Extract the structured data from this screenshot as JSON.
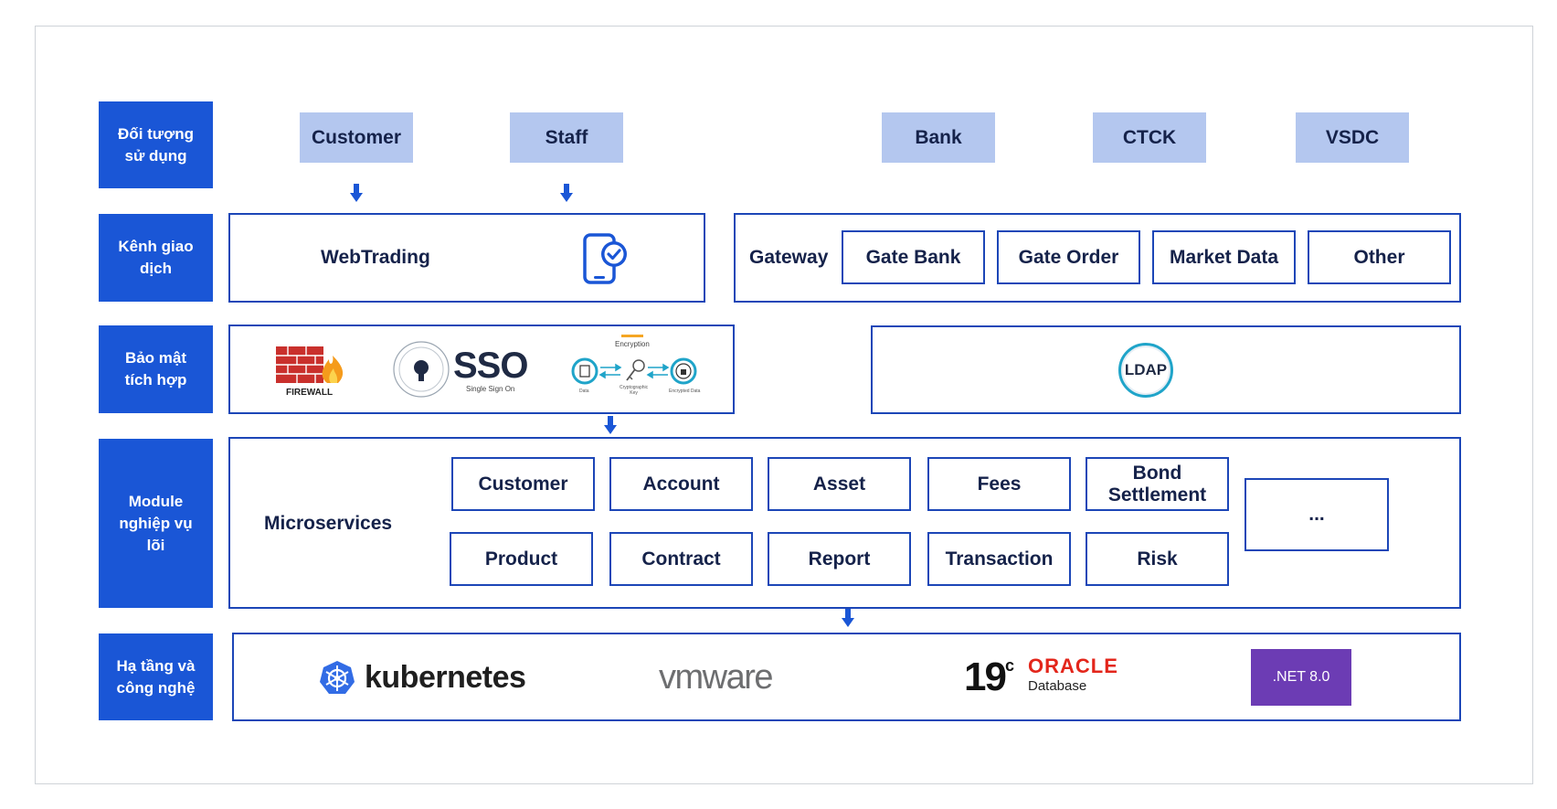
{
  "rows": {
    "users": "Đối tượng\nsử dụng",
    "channels": "Kênh giao\ndịch",
    "security": "Bảo mật\ntích hợp",
    "modules": "Module\nnghiệp vụ\nlõi",
    "infra": "Hạ tầng và\ncông nghệ"
  },
  "actors": [
    "Customer",
    "Staff",
    "Bank",
    "CTCK",
    "VSDC"
  ],
  "channels": {
    "web": "WebTrading",
    "gateway": "Gateway",
    "gates": [
      "Gate Bank",
      "Gate Order",
      "Market Data",
      "Other"
    ]
  },
  "security": {
    "firewall": "FIREWALL",
    "sso": "SSO",
    "sso_sub": "Single Sign On",
    "encryption": "Encryption",
    "enc_labels": [
      "Data",
      "Cryptographic\nKey",
      "Encrypted Data"
    ],
    "ldap": "LDAP"
  },
  "modules": {
    "title": "Microservices",
    "items": [
      "Customer",
      "Account",
      "Asset",
      "Fees",
      "Bond\nSettlement",
      "Product",
      "Contract",
      "Report",
      "Transaction",
      "Risk"
    ],
    "more": "..."
  },
  "infra": {
    "k8s": "kubernetes",
    "vmware": "vmware",
    "oracle_ver": "19",
    "oracle_sup": "c",
    "oracle": "ORACLE",
    "oracle_db": "Database",
    "dotnet": ".NET 8.0"
  },
  "colors": {
    "accent": "#1a56d6",
    "actor_fill": "#b4c7ef",
    "border": "#1c46b7",
    "oracle_red": "#e3261b",
    "dotnet_purple": "#6c3cb4",
    "k8s_blue": "#326ce5"
  }
}
